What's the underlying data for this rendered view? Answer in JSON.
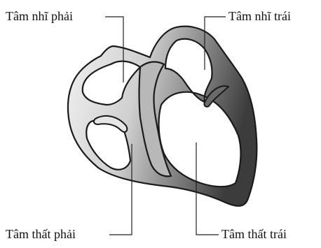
{
  "labels": {
    "right_atrium": "Tâm nhĩ phải",
    "left_atrium": "Tâm nhĩ trái",
    "right_ventricle": "Tâm thất phải",
    "left_ventricle": "Tâm thất trái"
  },
  "colors": {
    "outline": "#1a1a1a",
    "wall_light": "#f2f2f2",
    "wall_mid": "#9a9a9a",
    "wall_dark": "#3c3c3c",
    "leader": "#222222"
  }
}
